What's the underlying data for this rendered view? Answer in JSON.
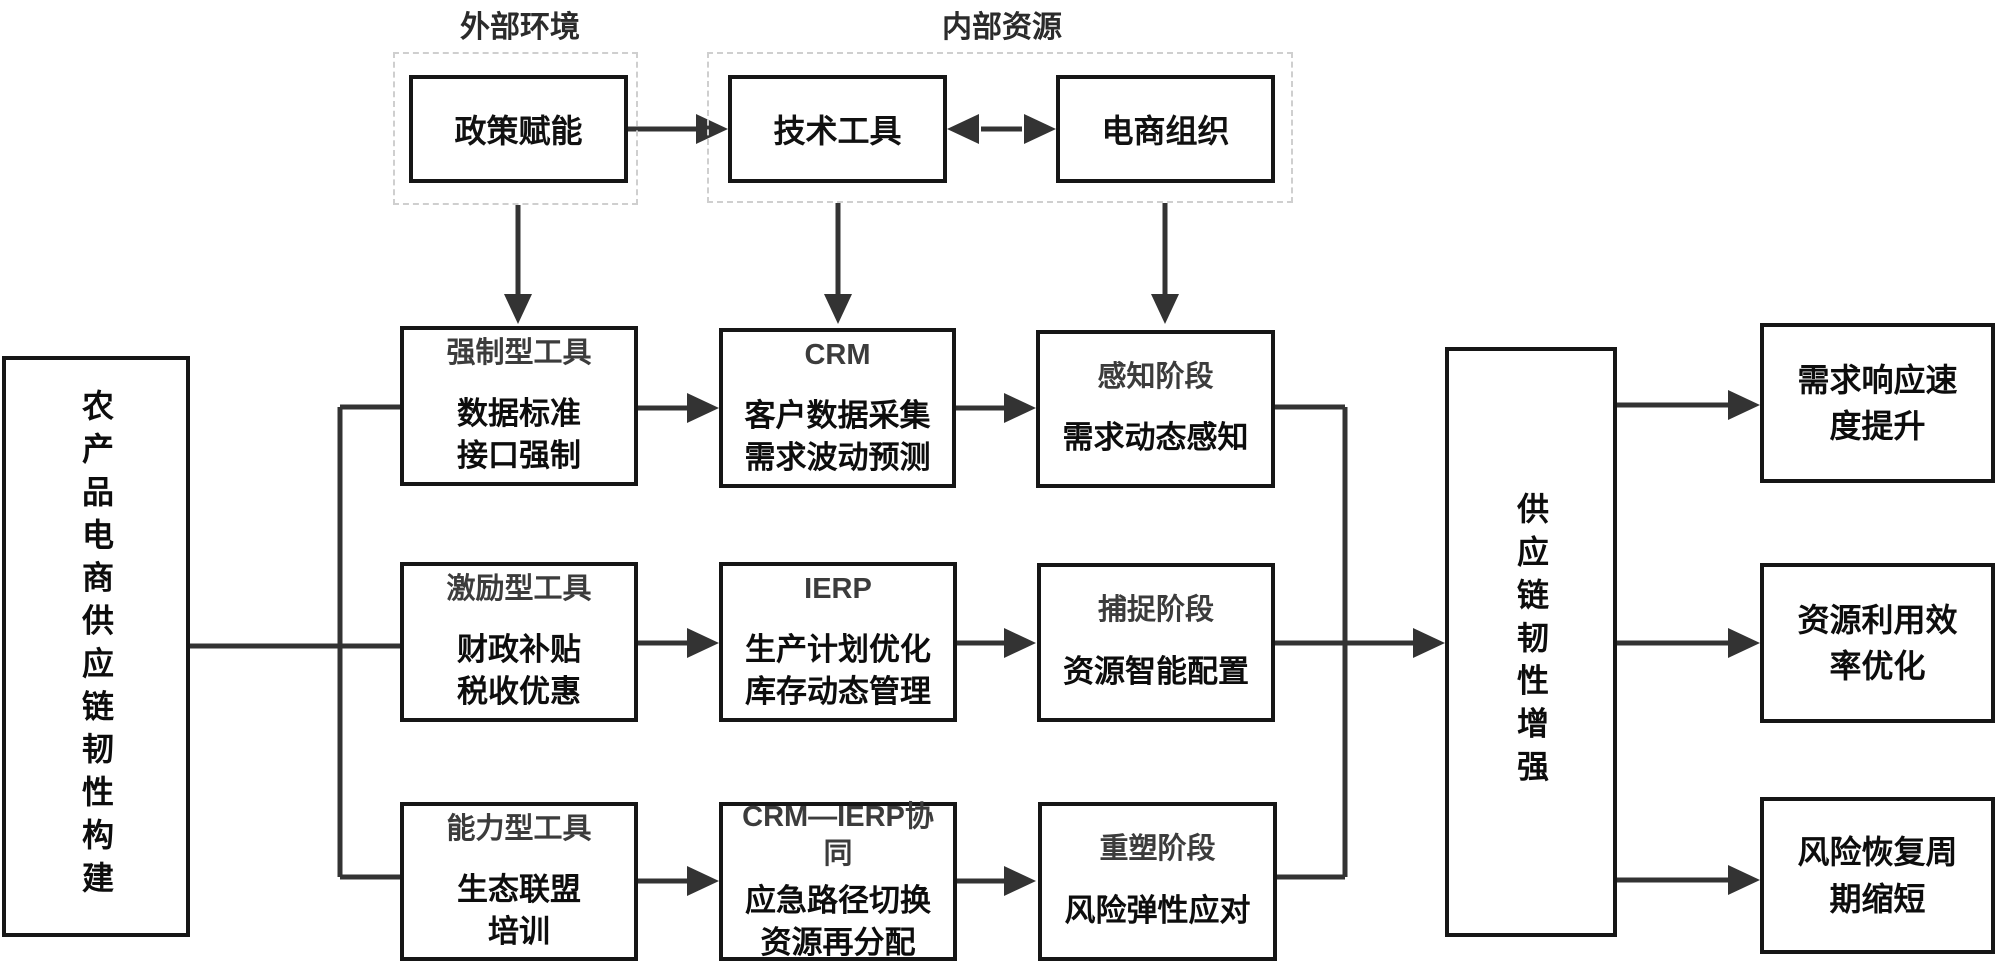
{
  "colors": {
    "background": "#ffffff",
    "box_border": "#161616",
    "connector_line": "#333333",
    "dashed_border": "#cfcfcf",
    "grid_title_text": "#3c3c3c",
    "body_text": "#0d0d0d"
  },
  "top": {
    "external_label": "外部环境",
    "internal_label": "内部资源",
    "policy_box": "政策赋能",
    "tech_box": "技术工具",
    "org_box": "电商组织"
  },
  "left_pillar": "农产品电商供应链韧性构建",
  "right_pillar": "供应链韧性增强",
  "grid": {
    "rows": [
      {
        "tool_title": "强制型工具",
        "tool_body": "数据标准\n接口强制",
        "sys_title": "CRM",
        "sys_body": "客户数据采集\n需求波动预测",
        "stage_title": "感知阶段",
        "stage_body": "需求动态感知"
      },
      {
        "tool_title": "激励型工具",
        "tool_body": "财政补贴\n税收优惠",
        "sys_title": "IERP",
        "sys_body": "生产计划优化\n库存动态管理",
        "stage_title": "捕捉阶段",
        "stage_body": "资源智能配置"
      },
      {
        "tool_title": "能力型工具",
        "tool_body": "生态联盟\n培训",
        "sys_title": "CRM—IERP协\n同",
        "sys_body": "应急路径切换\n资源再分配",
        "stage_title": "重塑阶段",
        "stage_body": "风险弹性应对"
      }
    ]
  },
  "outcomes": [
    "需求响应速\n度提升",
    "资源利用效\n率优化",
    "风险恢复周\n期缩短"
  ]
}
